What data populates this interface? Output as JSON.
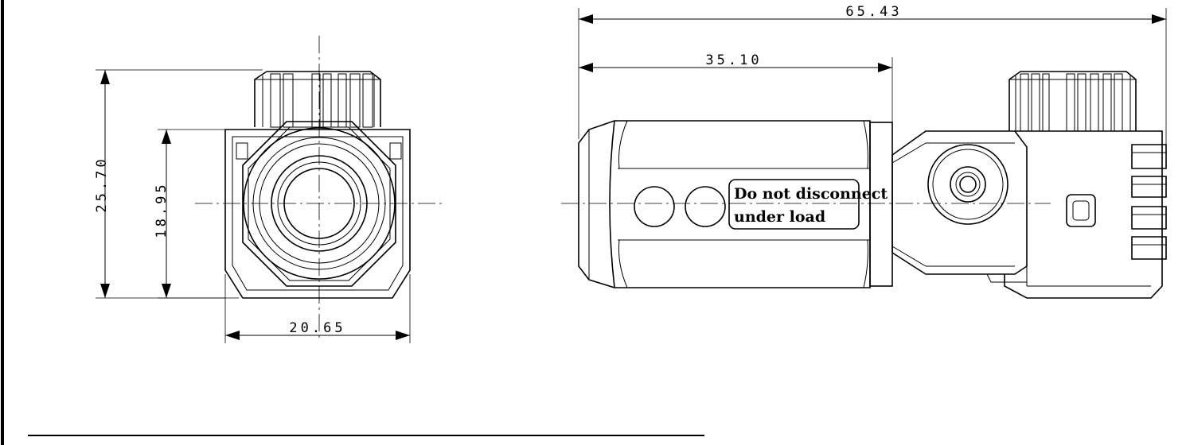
{
  "drawing": {
    "dimensions": {
      "overall_length": "65.43",
      "body_length": "35.10",
      "total_height": "25.70",
      "body_height": "18.95",
      "width": "20.65"
    },
    "label": {
      "line1": "Do not disconnect",
      "line2": "under load"
    }
  }
}
